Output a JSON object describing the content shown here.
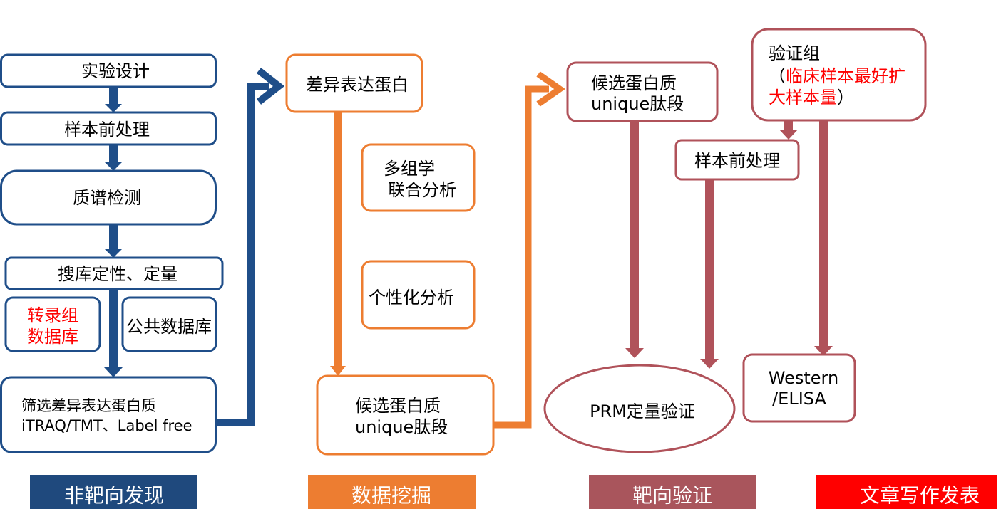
{
  "colors": {
    "discovery": "#1F4E89",
    "discovery_label": "#1F497D",
    "mining": "#ED7D31",
    "validation": "#B0525A",
    "validation_label": "#A9555C",
    "publication": "#FF0000",
    "highlight_text": "#FF0000",
    "stage_text": "#FFFFFF"
  },
  "discovery": {
    "experiment_design": "实验设计",
    "sample_pretreatment": "样本前处理",
    "ms_detection": "质谱检测",
    "database_search": "搜库定性、定量",
    "transcriptome_db": [
      "转录组",
      "数据库"
    ],
    "public_db": "公共数据库",
    "screen_lines": [
      "筛选差异表达蛋白质",
      "iTRAQ/TMT、Label free"
    ]
  },
  "mining": {
    "diff_proteins": "差异表达蛋白",
    "multiomics_lines": [
      "多组学",
      "联合分析"
    ],
    "personalized": "个性化分析",
    "candidate_lines": [
      "候选蛋白质",
      "unique肽段"
    ]
  },
  "validation": {
    "candidate_lines": [
      "候选蛋白质",
      "unique肽段"
    ],
    "sample_pretreatment": "样本前处理",
    "prm": "PRM定量验证",
    "group_title": "验证组",
    "group_note_open": "（",
    "group_note_lines": [
      "临床样本最好扩",
      "大样本量"
    ],
    "group_note_close": "）",
    "western_lines": [
      "Western",
      "/ELISA"
    ]
  },
  "stages": [
    "非靶向发现",
    "数据挖掘",
    "靶向验证",
    "文章写作发表"
  ]
}
